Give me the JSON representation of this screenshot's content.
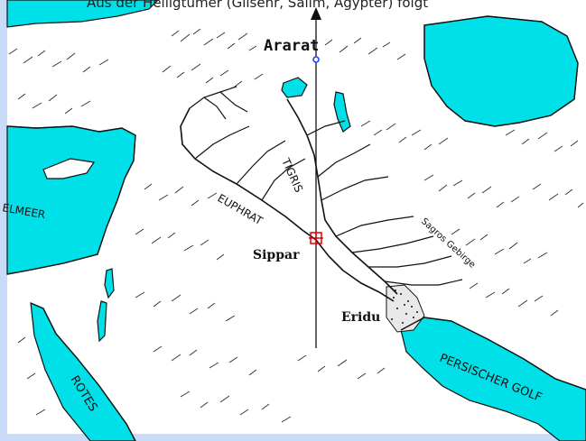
{
  "map": {
    "caption_visible": "Aus der Heiligtümer (Gilsehr, Salim, Ägypter) folgt",
    "labels": {
      "ararat": "Ararat",
      "tigris": "TIGRIS",
      "euphrat": "EUPHRAT",
      "sippar": "Sippar",
      "eridu": "Eridu",
      "sagros": "Sagros Gebirge",
      "mittelmeer": "ELMEER",
      "rotes": "ROTES",
      "persischer_golf": "PERSISCHER GOLF"
    },
    "colors": {
      "water": "#00e0e8",
      "frame": "#c8dcf8",
      "land": "#ffffff",
      "ink": "#111111",
      "marker_red": "#e00000",
      "marker_blue": "#2040ff"
    },
    "icons": {
      "north_arrow": "arrow-up-icon",
      "city_marker": "red-cross-marker-icon",
      "summit_marker": "blue-circle-marker-icon"
    }
  }
}
